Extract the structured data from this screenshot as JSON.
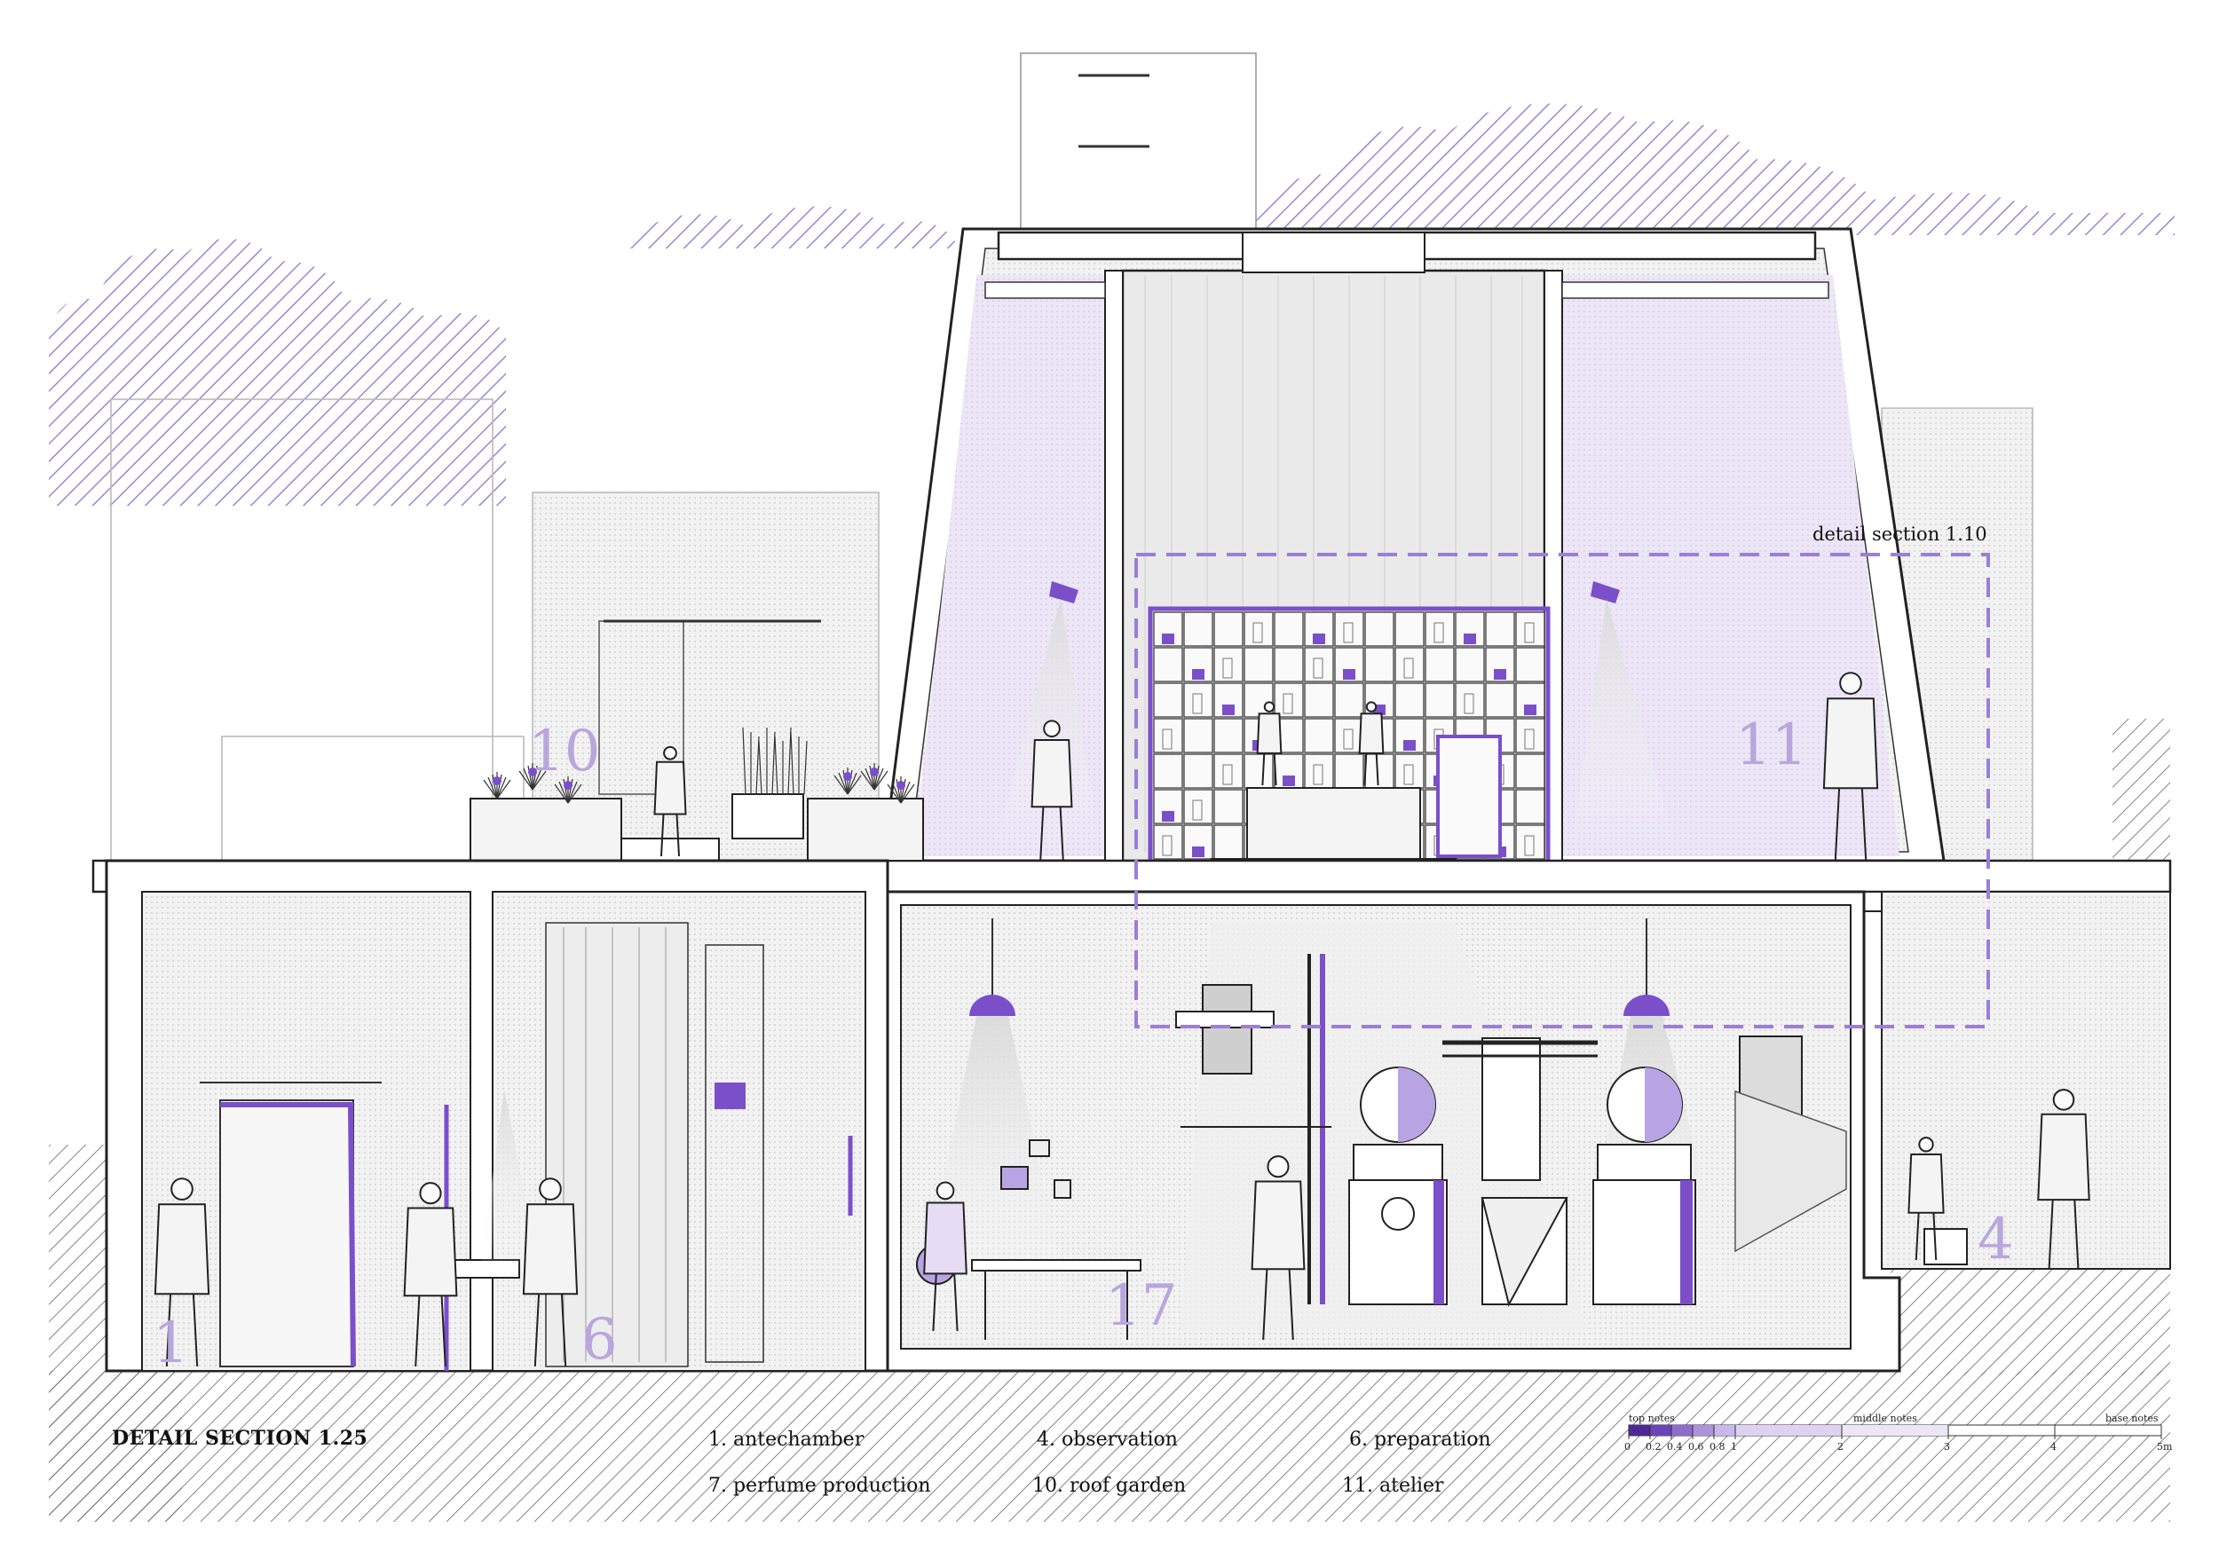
{
  "drawing": {
    "title": "DETAIL SECTION  1.25",
    "detail_label": "detail section 1.10"
  },
  "legend": [
    {
      "label": "1. antechamber"
    },
    {
      "label": "4. observation"
    },
    {
      "label": "6. preparation"
    },
    {
      "label": "7.  perfume production"
    },
    {
      "label": "10. roof garden"
    },
    {
      "label": "11. atelier"
    }
  ],
  "room_numbers": [
    "1",
    "6",
    "17",
    "4",
    "10",
    "11"
  ],
  "scale_bar": {
    "top_labels": [
      "top notes",
      "middle notes",
      "base notes"
    ],
    "ticks": [
      "0",
      "0.2",
      "0.4",
      "0.6",
      "0.8",
      "1",
      "2",
      "3",
      "4",
      "5m"
    ]
  },
  "colors": {
    "accent": "#7b4fc9",
    "accent_light": "#cdbfe8",
    "accent_pale": "#ece6f6",
    "line": "#222222",
    "hatch": "#8f7bc4"
  }
}
